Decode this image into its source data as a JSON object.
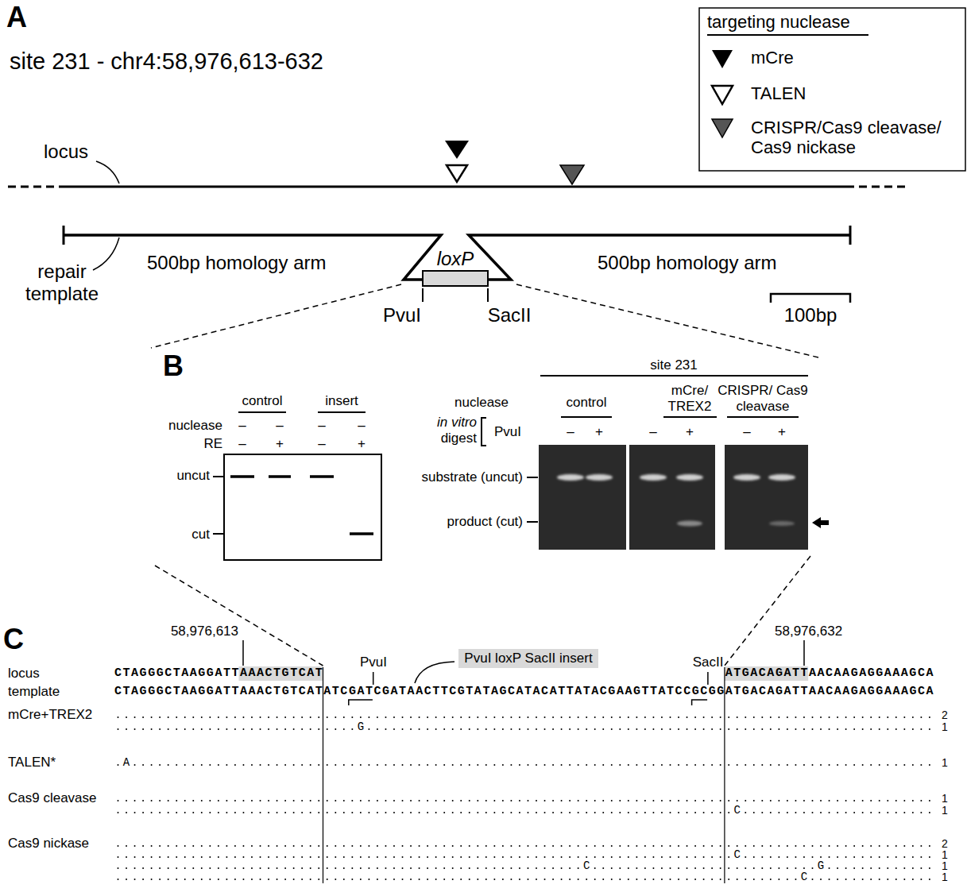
{
  "diagram": {
    "nodes": [
      {
        "text": [
          "loxP"
        ]
      },
      {
        "text": [
          "PvuI loxP SacII insert"
        ]
      }
    ],
    "labels": [
      "A",
      "site 231 - chr4:58,976,613-632",
      "locus",
      "repair template",
      "500bp homology arm",
      "500bp homology arm",
      "PvuI",
      "SacII",
      "100bp",
      "targeting nuclease",
      "B",
      "control",
      "insert",
      "nuclease",
      "RE",
      "–",
      "–",
      "–",
      "–",
      "–",
      "+",
      "–",
      "+",
      "uncut",
      "cut",
      "site 231",
      "nuclease",
      "control",
      "mCre/ TREX2",
      "CRISPR/ Cas9 cleavase",
      "in vitro",
      "digest",
      "PvuI",
      "–",
      "+",
      "–",
      "+",
      "–",
      "+",
      "substrate (uncut)",
      "product (cut)",
      "C",
      "58,976,613",
      "PvuI",
      "SacII",
      "58,976,632",
      "locus",
      "template",
      "CTAGGGCTAAGGATT",
      "AAACTGTCAT",
      "ATGACAGATT",
      "AACAAGAGGAAAGCA",
      "CTAGGGCTAAGGATTAAACTGTCATATCGATCGATAACTTCGTATAGCATACATTATACGAAGTTATCCGCGGATGACAGATTAACAAGAGGAAAGCA",
      "mCre+TREX2",
      "2",
      "G",
      "1",
      "TALEN*",
      "A",
      "1",
      "Cas9 cleavase",
      "1",
      "C",
      "1",
      "Cas9 nickase",
      "2",
      "C",
      "1",
      "C",
      "G",
      "1",
      "C",
      "1"
    ],
    "legend": [
      {
        "text": "mCre"
      },
      {
        "text": "TALEN"
      },
      {
        "text": "CRISPR/Cas9 cleavase/ Cas9 nickase"
      }
    ]
  }
}
